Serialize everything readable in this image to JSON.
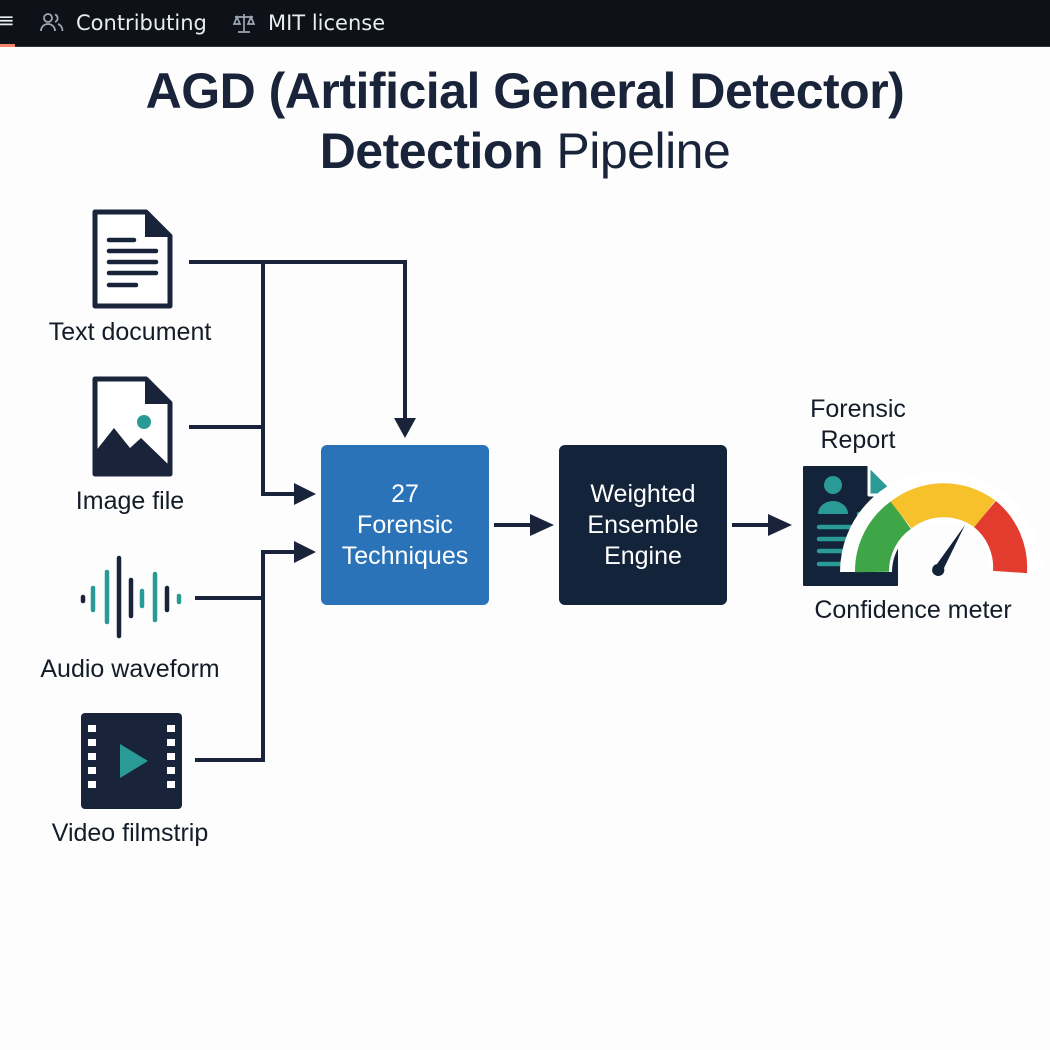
{
  "topbar": {
    "links": [
      {
        "label": "Contributing",
        "icon": "people-icon"
      },
      {
        "label": "MIT license",
        "icon": "scale-icon"
      }
    ],
    "accent_color": "#f78166"
  },
  "diagram": {
    "title_line1": "AGD (Artificial General Detector)",
    "title_line2_bold": "Detection",
    "title_line2_light": " Pipeline",
    "inputs": [
      {
        "label": "Text document",
        "icon": "text-document-icon"
      },
      {
        "label": "Image file",
        "icon": "image-file-icon"
      },
      {
        "label": "Audio waveform",
        "icon": "audio-waveform-icon"
      },
      {
        "label": "Video filmstrip",
        "icon": "video-filmstrip-icon"
      }
    ],
    "stages": [
      {
        "lines": [
          "27",
          "Forensic",
          "Techniques"
        ],
        "color": "#2a73b8"
      },
      {
        "lines": [
          "Weighted",
          "Ensemble",
          "Engine"
        ],
        "color": "#13233a"
      }
    ],
    "output": {
      "report_label_line1": "Forensic",
      "report_label_line2": "Report",
      "meter_label": "Confidence meter",
      "meter_colors": {
        "low": "#3fa648",
        "mid": "#f6c12a",
        "high": "#e23c2e"
      }
    },
    "colors": {
      "navy": "#19243a",
      "teal": "#2a9a96",
      "blue": "#2a73b8"
    }
  }
}
